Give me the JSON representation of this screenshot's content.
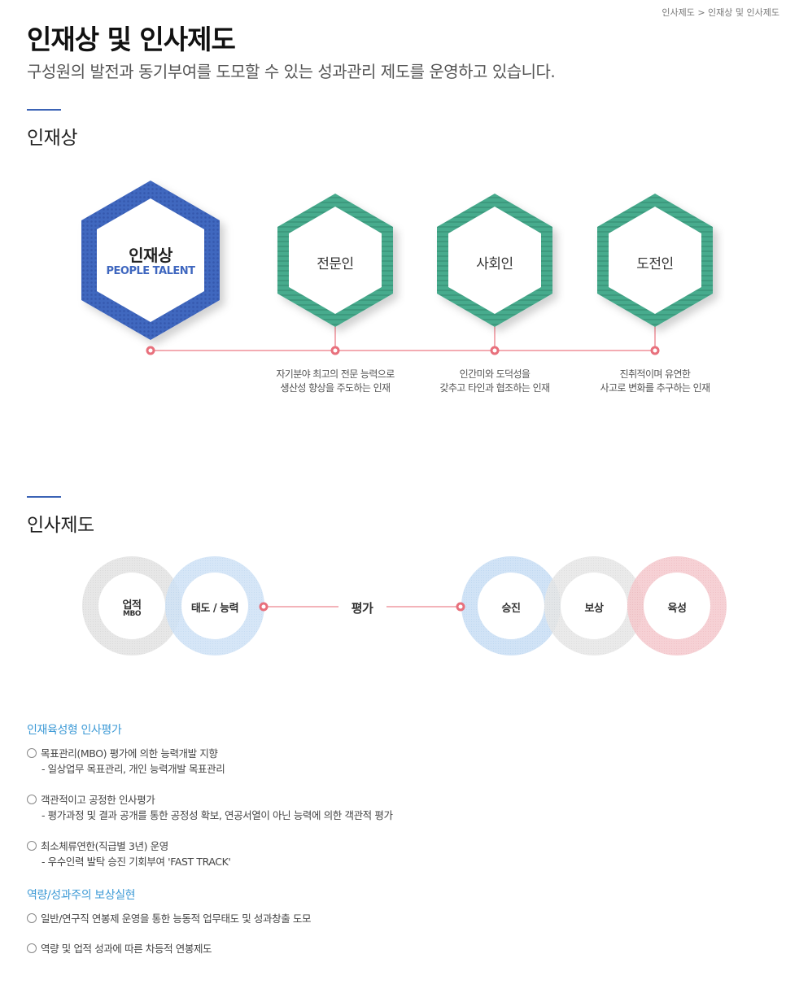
{
  "breadcrumb": "인사제도 > 인재상 및 인사제도",
  "title": "인재상 및 인사제도",
  "subtitle": "구성원의 발전과 동기부여를 도모할 수 있는 성과관리 제도를 운영하고 있습니다.",
  "talent": {
    "heading": "인재상",
    "main": {
      "label": "인재상",
      "sub": "PEOPLE TALENT"
    },
    "items": [
      {
        "label": "전문인",
        "desc1": "자기분야 최고의 전문 능력으로",
        "desc2": "생산성 향상을 주도하는 인재"
      },
      {
        "label": "사회인",
        "desc1": "인간미와 도덕성을",
        "desc2": "갖추고 타인과 협조하는 인재"
      },
      {
        "label": "도전인",
        "desc1": "진취적이며 유연한",
        "desc2": "사고로 변화를 추구하는 인재"
      }
    ]
  },
  "hr": {
    "heading": "인사제도",
    "left": [
      {
        "label": "업적",
        "sub": "MBO"
      },
      {
        "label": "태도 / 능력"
      }
    ],
    "center": "평가",
    "right": [
      {
        "label": "승진"
      },
      {
        "label": "보상"
      },
      {
        "label": "육성"
      }
    ],
    "sections": [
      {
        "title": "인재육성형 인사평가",
        "items": [
          {
            "text": "목표관리(MBO) 평가에 의한 능력개발 지향",
            "sub": "- 일상업무 목표관리, 개인 능력개발 목표관리"
          },
          {
            "text": "객관적이고 공정한 인사평가",
            "sub": "- 평가과정 및 결과 공개를 통한 공정성 확보, 연공서열이 아닌 능력에 의한 객관적 평가"
          },
          {
            "text": "최소체류연한(직급별 3년) 운영",
            "sub": "- 우수인력 발탁 승진 기회부여 'FAST TRACK'"
          }
        ]
      },
      {
        "title": "역량/성과주의 보상실현",
        "items": [
          {
            "text": "일반/연구직 연봉제 운영을 통한 능동적 업무태도 및 성과창출 도모"
          },
          {
            "text": "역량 및 업적 성과에 따른 차등적 연봉제도"
          }
        ]
      }
    ]
  },
  "colors": {
    "blue": "#3f67bf",
    "green": "#44a88a",
    "pink": "#e8707c",
    "accent": "#3d9ad6"
  }
}
